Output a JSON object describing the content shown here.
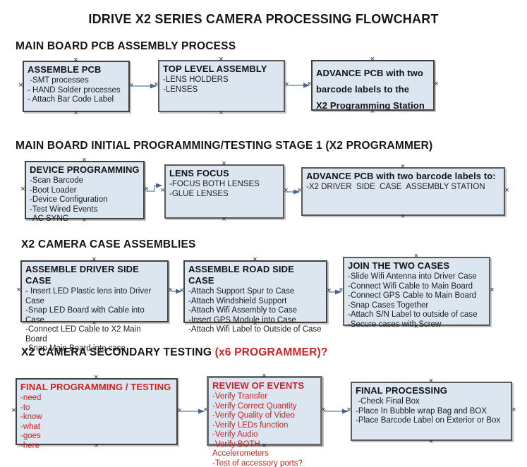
{
  "title": "IDRIVE X2  SERIES CAMERA PROCESSING FLOWCHART",
  "colors": {
    "box_fill": "#dce6f1",
    "box_border": "#404040",
    "thick_border": "#6e6e6e",
    "red_text": "#cc2323",
    "black_text": "#1c1c1c",
    "arrow_line": "#8ca3c4",
    "arrow_head": "#44659b"
  },
  "sections": [
    {
      "heading": "MAIN BOARD PCB ASSEMBLY PROCESS",
      "boxes": [
        {
          "title": "ASSEMBLE PCB",
          "items": [
            " -SMT processes",
            "- HAND Solder processes",
            "- Attach Bar Code Label"
          ]
        },
        {
          "title": "TOP LEVEL ASSEMBLY",
          "items": [
            "-LENS HOLDERS",
            "-LENSES"
          ]
        },
        {
          "title": "ADVANCE PCB with two\nbarcode labels to the\n X2 Programming Station",
          "items": []
        }
      ]
    },
    {
      "heading": "MAIN BOARD INITIAL PROGRAMMING/TESTING STAGE 1 (X2 PROGRAMMER)",
      "boxes": [
        {
          "title": "DEVICE PROGRAMMING",
          "items": [
            "-Scan Barcode",
            "-Boot Loader",
            "-Device Configuration",
            "-Test Wired Events",
            "-AC SYNC"
          ]
        },
        {
          "title": "LENS FOCUS",
          "items": [
            "-FOCUS BOTH LENSES",
            "-GLUE LENSES"
          ]
        },
        {
          "title": "ADVANCE PCB with two barcode labels to:",
          "items": [
            "-X2 DRIVER  SIDE  CASE  ASSEMBLY STATION"
          ]
        }
      ]
    },
    {
      "heading": "X2 CAMERA CASE ASSEMBLIES",
      "boxes": [
        {
          "title": "ASSEMBLE DRIVER SIDE CASE",
          "items": [
            "- Insert LED Plastic lens into Driver Case",
            "-Snap LED Board with Cable into Case",
            "-Connect LED Cable to X2 Main Board",
            "-Snap Main Board into case"
          ]
        },
        {
          "title": "ASSEMBLE ROAD SIDE CASE",
          "items": [
            "-Attach Support Spur to Case",
            "-Attach Windshield Support",
            "-Attach Wifi Assembly to Case",
            "-Insert GPS Module into Case",
            "-Attach Wifi Label to Outside of Case"
          ]
        },
        {
          "title": "JOIN THE TWO CASES",
          "items": [
            "-Slide Wifi Antenna into Driver Case",
            "-Connect Wifi Cable to Main Board",
            "-Connect GPS Cable to Main Board",
            "-Snap Cases Together",
            "-Attach S/N Label to outside of case",
            "-Secure cases with Screw"
          ]
        }
      ]
    },
    {
      "heading_black": "X2 CAMERA SECONDARY TESTING ",
      "heading_red": " (x6 PROGRAMMER)?",
      "boxes": [
        {
          "title": "FINAL PROGRAMMING / TESTING",
          "items": [
            "-need",
            "-to",
            "-know",
            "-what",
            "-goes",
            "-here"
          ]
        },
        {
          "title": "REVIEW OF EVENTS",
          "items": [
            "-Verify Transfer",
            "-Verify Correct Quantity",
            "-Verify Quality of Video",
            "-Verify LEDs function",
            "-Verify Audio",
            "-Verify BOTH Accelerometers",
            "-Test of accessory ports?"
          ]
        },
        {
          "title": "FINAL PROCESSING",
          "items": [
            " -Check Final Box",
            "-Place In Bubble wrap Bag and BOX",
            "-Place Barcode Label on Exterior or Box"
          ]
        }
      ]
    }
  ]
}
